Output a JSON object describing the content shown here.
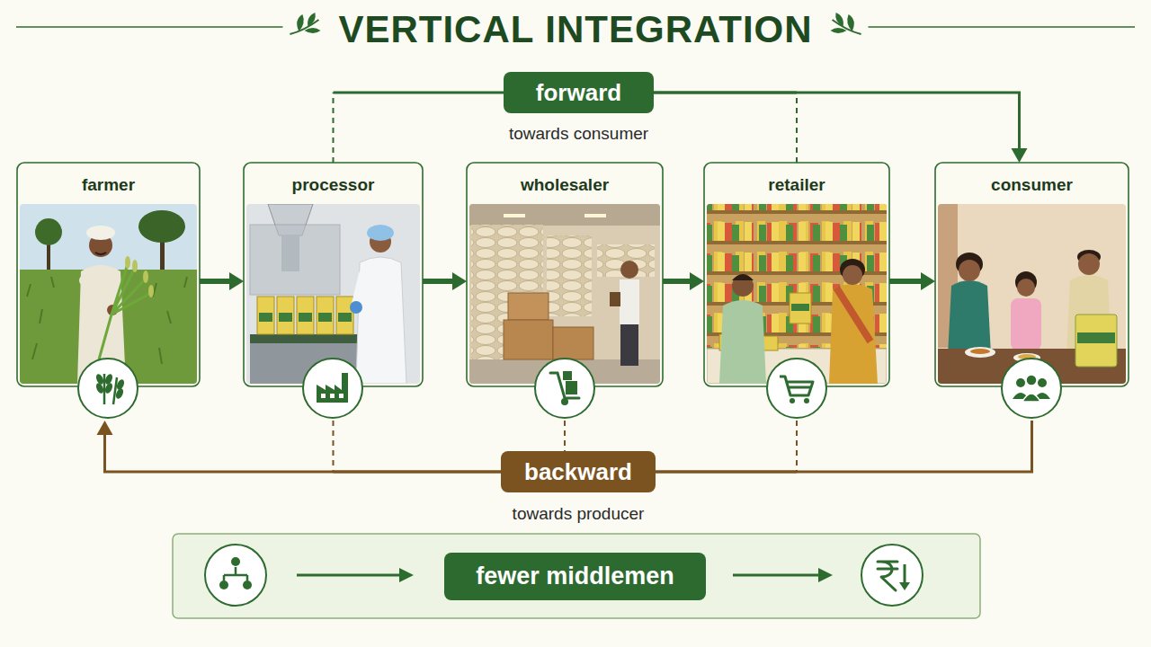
{
  "diagram": {
    "title": "VERTICAL INTEGRATION",
    "nodes": [
      {
        "text": [
          "forward",
          "towards consumer"
        ]
      },
      {
        "text": [
          "farmer"
        ]
      },
      {
        "text": [
          "processor"
        ]
      },
      {
        "text": [
          "wholesaler"
        ]
      },
      {
        "text": [
          "retailer"
        ]
      },
      {
        "text": [
          "consumer"
        ]
      },
      {
        "text": [
          "backward",
          "towards producer"
        ]
      },
      {
        "text": [
          "fewer middlemen"
        ]
      }
    ],
    "edges": [
      {
        "from": 1,
        "to": 2,
        "arrow": "to"
      },
      {
        "from": 2,
        "to": 3,
        "arrow": "to"
      },
      {
        "from": 3,
        "to": 4,
        "arrow": "to"
      },
      {
        "from": 4,
        "to": 5,
        "arrow": "to"
      },
      {
        "from": 2,
        "to": 0,
        "arrow": "none"
      },
      {
        "from": 4,
        "to": 0,
        "arrow": "none"
      },
      {
        "from": 0,
        "to": 5,
        "arrow": "to"
      },
      {
        "from": 5,
        "to": 6,
        "arrow": "none"
      },
      {
        "from": 6,
        "to": 1,
        "arrow": "to"
      },
      {
        "from": 2,
        "to": 6,
        "arrow": "none"
      },
      {
        "from": 3,
        "to": 6,
        "arrow": "none"
      },
      {
        "from": 4,
        "to": 6,
        "arrow": "none"
      }
    ]
  }
}
